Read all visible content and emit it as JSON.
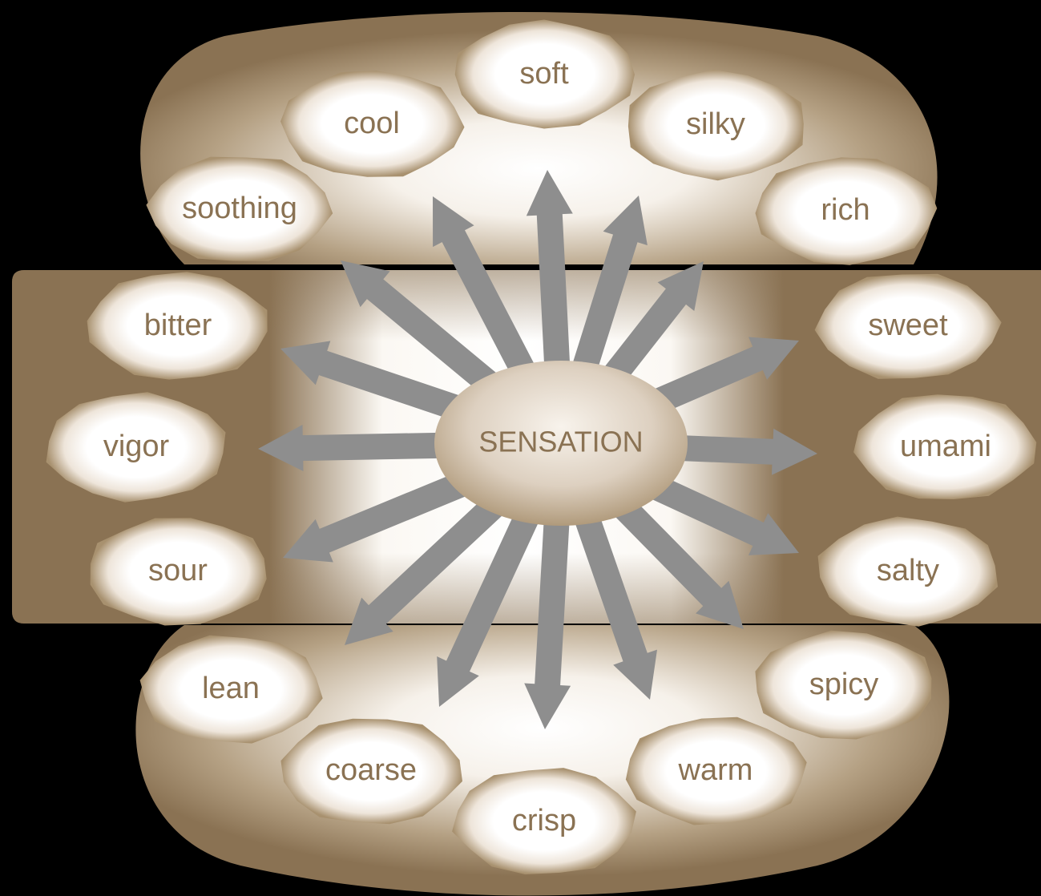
{
  "center": {
    "label": "SENSATION"
  },
  "terms": [
    {
      "key": "soft",
      "label": "soft"
    },
    {
      "key": "silky",
      "label": "silky"
    },
    {
      "key": "rich",
      "label": "rich"
    },
    {
      "key": "sweet",
      "label": "sweet"
    },
    {
      "key": "umami",
      "label": "umami"
    },
    {
      "key": "salty",
      "label": "salty"
    },
    {
      "key": "spicy",
      "label": "spicy"
    },
    {
      "key": "warm",
      "label": "warm"
    },
    {
      "key": "crisp",
      "label": "crisp"
    },
    {
      "key": "coarse",
      "label": "coarse"
    },
    {
      "key": "lean",
      "label": "lean"
    },
    {
      "key": "sour",
      "label": "sour"
    },
    {
      "key": "vigor",
      "label": "vigor"
    },
    {
      "key": "bitter",
      "label": "bitter"
    },
    {
      "key": "soothing",
      "label": "soothing"
    },
    {
      "key": "cool",
      "label": "cool"
    }
  ],
  "colors": {
    "background": "#000000",
    "brown": "#8a7253",
    "glow": "#ffffff",
    "text": "#8a7253",
    "arrow": "#8e8e8e"
  }
}
